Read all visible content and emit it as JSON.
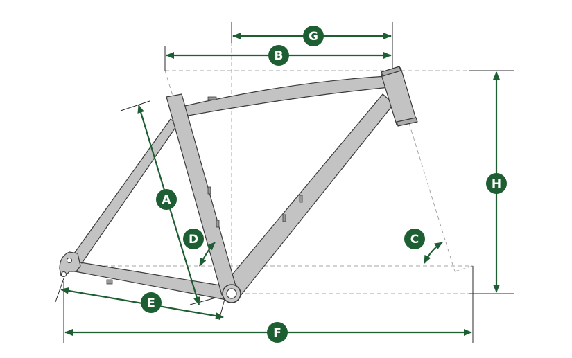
{
  "diagram": {
    "colors": {
      "accent": "#1e5e33",
      "frame": "#c3c3c3",
      "outline": "#3a3a3a",
      "reference": "#a6a6a6"
    },
    "measurements": [
      {
        "key": "A",
        "label": "A"
      },
      {
        "key": "B",
        "label": "B"
      },
      {
        "key": "C",
        "label": "C"
      },
      {
        "key": "D",
        "label": "D"
      },
      {
        "key": "E",
        "label": "E"
      },
      {
        "key": "F",
        "label": "F"
      },
      {
        "key": "G",
        "label": "G"
      },
      {
        "key": "H",
        "label": "H"
      }
    ]
  }
}
